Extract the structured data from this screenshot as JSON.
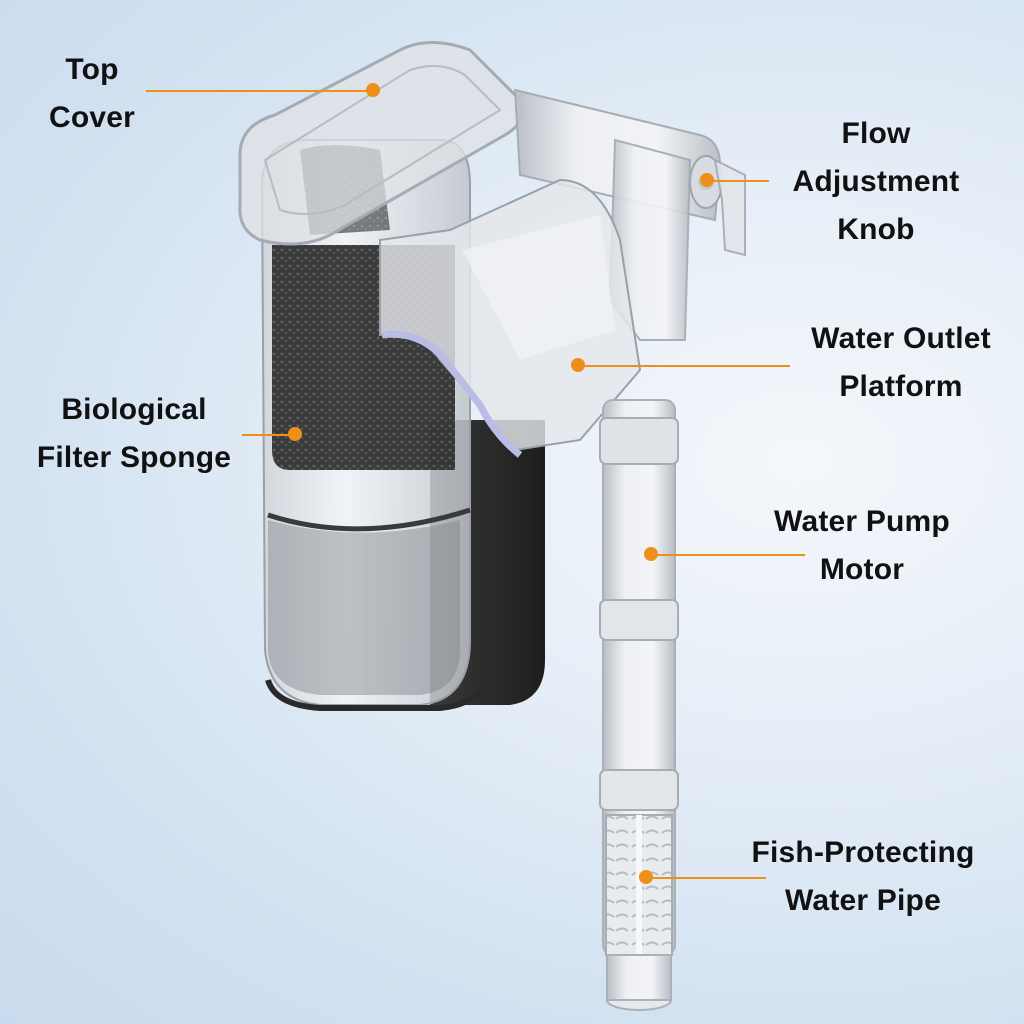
{
  "diagram": {
    "subject": "Hang-on aquarium filter",
    "accent_color": "#ee8f1a",
    "background_color": "#d6e4f2",
    "text_color": "#111111",
    "callouts": [
      {
        "id": "top-cover",
        "lines": [
          "Top",
          "Cover"
        ]
      },
      {
        "id": "flow-adjustment-knob",
        "lines": [
          "Flow",
          "Adjustment",
          "Knob"
        ]
      },
      {
        "id": "water-outlet-platform",
        "lines": [
          "Water Outlet",
          "Platform"
        ]
      },
      {
        "id": "biological-filter-sponge",
        "lines": [
          "Biological",
          "Filter Sponge"
        ]
      },
      {
        "id": "water-pump-motor",
        "lines": [
          "Water Pump",
          "Motor"
        ]
      },
      {
        "id": "fish-protecting-water-pipe",
        "lines": [
          "Fish-Protecting",
          "Water Pipe"
        ]
      }
    ]
  }
}
